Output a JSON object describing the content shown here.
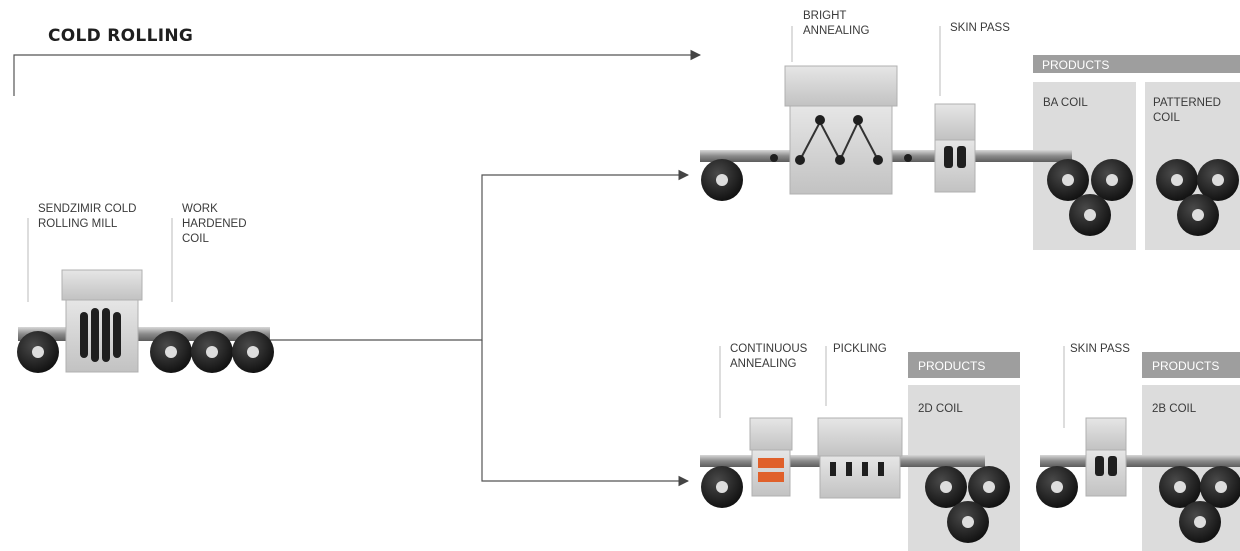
{
  "title": "COLD ROLLING",
  "labels": {
    "sendzimir": [
      "SENDZIMIR COLD",
      "ROLLING MILL"
    ],
    "work_hardened": [
      "WORK",
      "HARDENED",
      "COIL"
    ],
    "bright_annealing": [
      "BRIGHT",
      "ANNEALING"
    ],
    "skin_pass_top": "SKIN PASS",
    "continuous_annealing": [
      "CONTINUOUS",
      "ANNEALING"
    ],
    "pickling": "PICKLING",
    "skin_pass_bottom": "SKIN PASS"
  },
  "products_top": {
    "header": "PRODUCTS",
    "items": [
      [
        "BA COIL"
      ],
      [
        "PATTERNED",
        "COIL"
      ]
    ]
  },
  "products_bottom_left": {
    "header": "PRODUCTS",
    "items": [
      [
        "2D COIL"
      ]
    ]
  },
  "products_bottom_right": {
    "header": "PRODUCTS",
    "items": [
      [
        "2B COIL"
      ]
    ]
  },
  "colors": {
    "products_header": "#9e9e9e",
    "products_panel": "#dcdcdc",
    "machine": "#cfcfcf",
    "coil": "#1a1a1a",
    "heater": "#e0602a"
  }
}
